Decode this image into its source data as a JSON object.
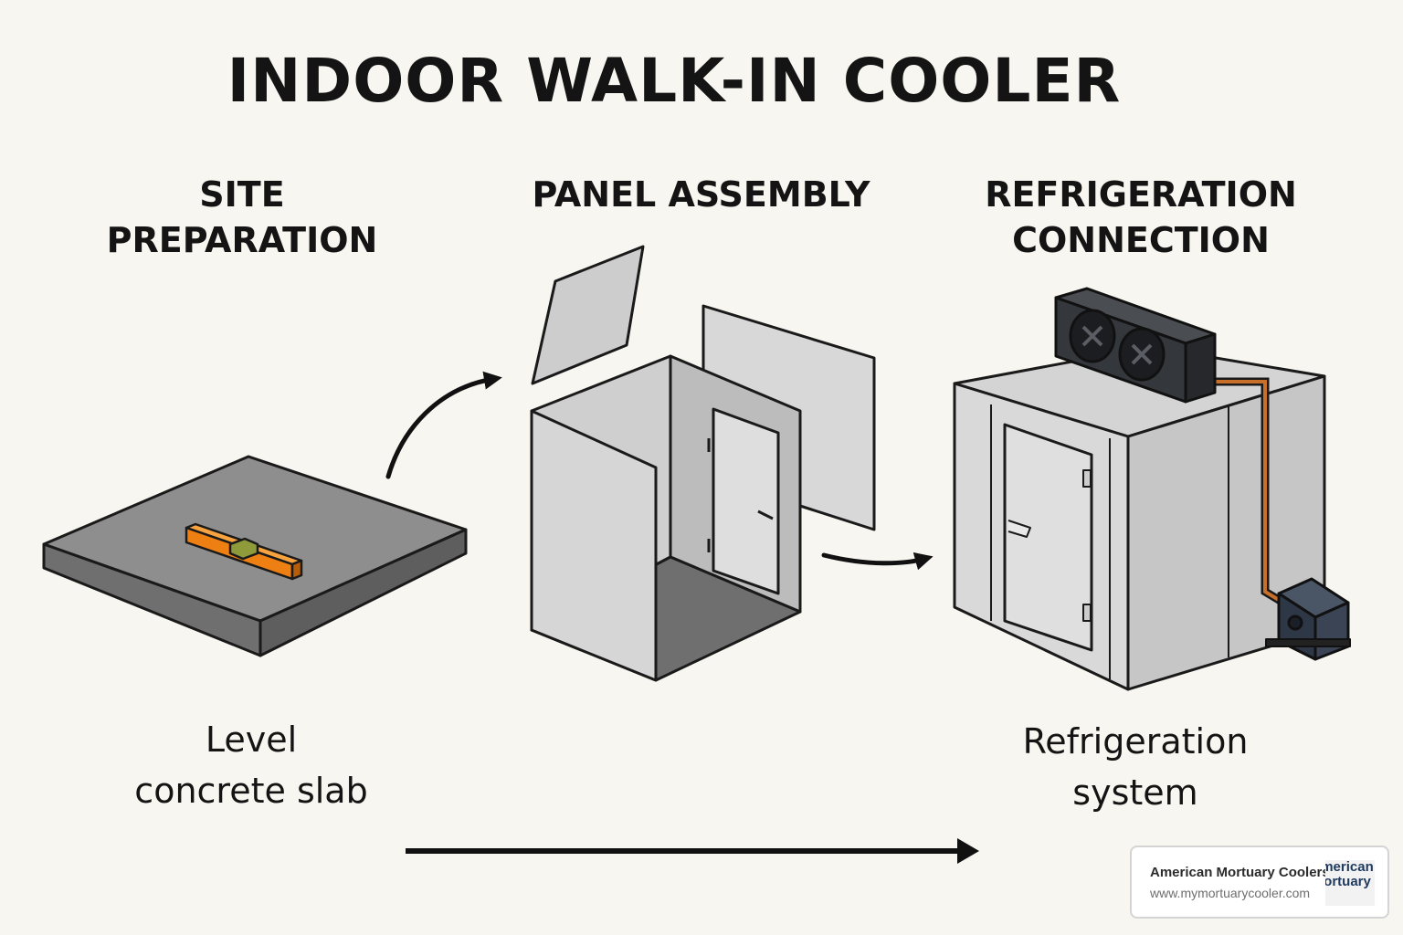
{
  "title": "INDOOR WALK-IN COOLER",
  "steps": [
    {
      "title": "SITE PREPARATION",
      "caption_line1": "Level",
      "caption_line2": "concrete slab"
    },
    {
      "title": "PANEL ASSEMBLY"
    },
    {
      "title_line1": "REFRIGERATION",
      "title_line2": "CONNECTION",
      "caption_line1": "Refrigeration",
      "caption_line2": "system"
    }
  ],
  "badge": {
    "name": "American Mortuary Coolers",
    "url": "www.mymortuarycooler.com",
    "logo_line1": "merican",
    "logo_line2": "ortuary"
  },
  "colors": {
    "background": "#f8f6f0",
    "slab": "#8e8e8e",
    "level_tool": "#f28a1e",
    "panel": "#d9d9d9",
    "condenser": "#2f3135",
    "copper_line": "#c8702a",
    "arrow": "#111111"
  }
}
